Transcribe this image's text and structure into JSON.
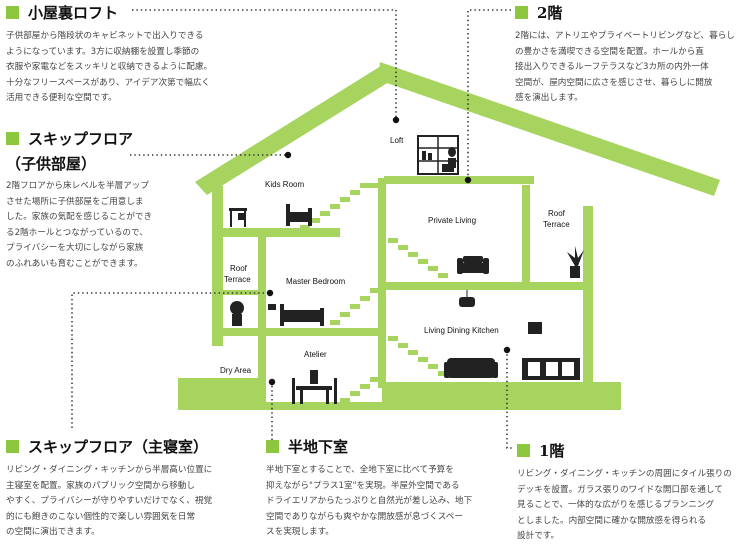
{
  "sections": {
    "loft": {
      "title": "小屋裏ロフト",
      "lines": [
        "子供部屋から階段状のキャビネットで出入りできる",
        "ようになっています。3方に収納棚を設置し季節の",
        "衣服や家電などをスッキリと収納できるように配慮。",
        "十分なフリースペースがあり、アイデア次第で幅広く",
        "活用できる便利な空間です。"
      ]
    },
    "second": {
      "title": "2階",
      "lines": [
        "2階には、アトリエやプライベートリビングなど、暮らし",
        "の豊かさを満喫できる空間を配置。ホールから直",
        "接出入りできるルーフテラスなど3カ所の内外一体",
        "空間が、屋内空間に広さを感じさせ、暮らしに開放",
        "感を演出します。"
      ]
    },
    "skip_child": {
      "title": "スキップフロア",
      "subtitle": "（子供部屋）",
      "lines": [
        "2階フロアから床レベルを半層アップ",
        "させた場所に子供部屋をご用意しま",
        "した。家族の気配を感じることができ",
        "る2階ホールとつながっているので、",
        "プライバシーを大切にしながら家族",
        "のふれあいも育むことができます。"
      ]
    },
    "skip_master": {
      "title": "スキップフロア（主寝室）",
      "lines": [
        "リビング・ダイニング・キッチンから半層高い位置に",
        "主寝室を配置。家族のパブリック空間から移動し",
        "やすく、プライバシーが守りやすいだけでなく、視覚",
        "的にも飽きのこない個性的で楽しい雰囲気を日常",
        "の空間に演出できます。"
      ]
    },
    "basement": {
      "title": "半地下室",
      "lines": [
        "半地下室とすることで、全地下室に比べて予算を",
        "抑えながら\"プラス1室\"を実現。半屋外空間である",
        "ドライエリアからたっぷりと自然光が差し込み、地下",
        "空間でありながらも爽やかな開放感が息づくスペー",
        "スを実現します。"
      ]
    },
    "first": {
      "title": "1階",
      "lines": [
        "リビング・ダイニング・キッチンの周囲にタイル張りの",
        "デッキを設置。ガラス張りのワイドな開口部を通して",
        "見ることで、一体的な広がりを感じるプランニング",
        "としました。内部空間に確かな開放感を得られる",
        "設計です。"
      ]
    }
  },
  "rooms": {
    "loft": "Loft",
    "kids": "Kids Room",
    "private_living": "Private Living",
    "roof_terrace_right_1": "Roof",
    "roof_terrace_right_2": "Terrace",
    "roof_terrace_left_1": "Roof",
    "roof_terrace_left_2": "Terrace",
    "master": "Master Bedroom",
    "ldk": "Living Dining Kitchen",
    "dry_area": "Dry Area",
    "atelier": "Atelier"
  },
  "colors": {
    "accent": "#8dc63f",
    "structure": "#a6d45f",
    "furniture": "#222222"
  },
  "icons": [
    "shelf-icon",
    "desk-icon",
    "bed-icon",
    "sofa-icon",
    "plant-icon",
    "chandelier-icon",
    "double-bed-icon",
    "dining-table-icon",
    "kitchen-icon",
    "range-hood-icon"
  ]
}
